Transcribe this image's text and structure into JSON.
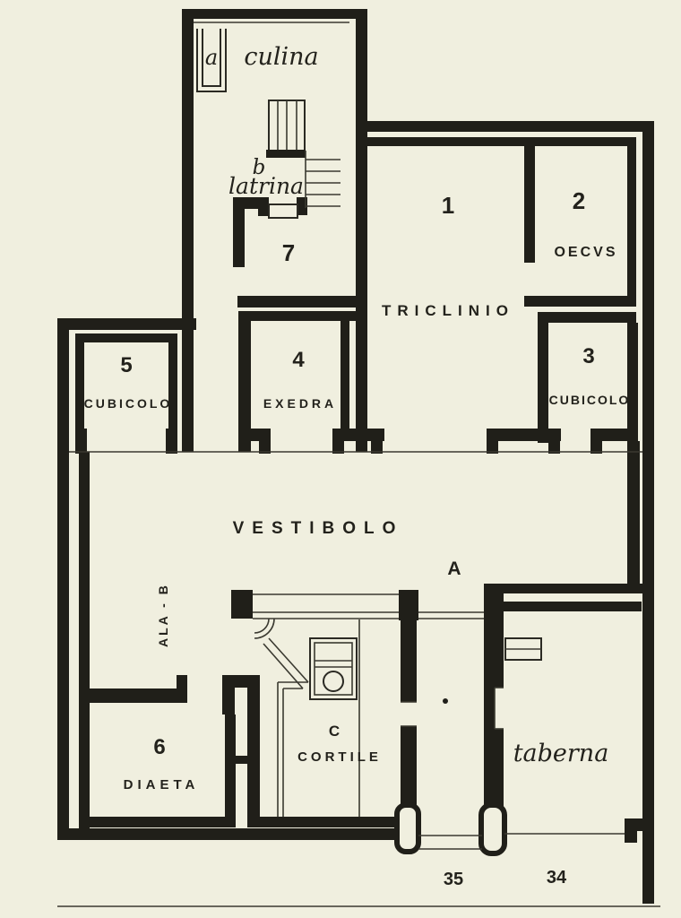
{
  "figure": {
    "type": "floor-plan",
    "description": "Hand-drawn house floor plan with Italian room names",
    "colors": {
      "background": "#f0efdf",
      "ink": "#201f19"
    }
  },
  "labels": {
    "hearth": "a",
    "culina": "culina",
    "stair_room": "b",
    "latrina": "latrina",
    "room7": "7",
    "room1": "1",
    "room2": "2",
    "oecvs": "OECVS",
    "triclinio": "TRICLINIO",
    "room5": "5",
    "cubicolo5": "CUBICOLO",
    "room4": "4",
    "exedra": "EXEDRA",
    "room3": "3",
    "cubicolo3": "CUBICOLO",
    "vestibolo": "VESTIBOLO",
    "atrium_point": "A",
    "ala_b": "ALA - B",
    "room6": "6",
    "diaeta": "DIAETA",
    "cortile_c": "C",
    "cortile": "CORTILE",
    "taberna": "taberna",
    "entrance35": "35",
    "entrance34": "34"
  }
}
